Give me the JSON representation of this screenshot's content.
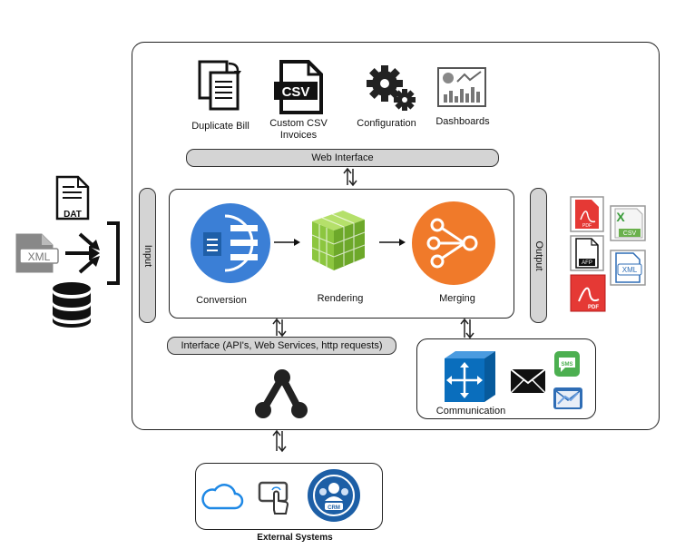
{
  "top_tools": [
    {
      "label": "Duplicate Bill",
      "icon": "duplicate-bill-icon"
    },
    {
      "label": "Custom CSV\nInvoices",
      "icon": "csv-file-icon"
    },
    {
      "label": "Configuration",
      "icon": "gears-icon"
    },
    {
      "label": "Dashboards",
      "icon": "dashboard-icon"
    }
  ],
  "web_interface": "Web Interface",
  "input_label": "Input",
  "output_label": "Output",
  "process_steps": [
    {
      "label": "Conversion",
      "icon": "conversion-icon",
      "color": "#3b7fd6"
    },
    {
      "label": "Rendering",
      "icon": "rendering-cube-icon",
      "color": "#8cc63f"
    },
    {
      "label": "Merging",
      "icon": "merging-icon",
      "color": "#f07a2a"
    }
  ],
  "input_sources": [
    {
      "label": "DAT",
      "icon": "dat-file-icon"
    },
    {
      "label": "XML",
      "icon": "xml-file-icon"
    },
    {
      "label": "",
      "icon": "database-icon"
    }
  ],
  "output_formats": [
    {
      "label": "PDF",
      "icon": "pdf-file-icon"
    },
    {
      "label": "CSV",
      "icon": "csv-excel-icon"
    },
    {
      "label": "AFP",
      "icon": "afp-file-icon"
    },
    {
      "label": "XML",
      "icon": "xml-output-icon"
    },
    {
      "label": "PDF",
      "icon": "pdf-adobe-icon"
    }
  ],
  "interface_label": "Interface (API's, Web Services, http requests)",
  "communication_label": "Communication",
  "communication_icons": [
    {
      "label": "",
      "icon": "network-hub-icon"
    },
    {
      "label": "",
      "icon": "envelope-icon"
    },
    {
      "label": "SMS",
      "icon": "sms-icon"
    },
    {
      "label": "",
      "icon": "email-icon"
    }
  ],
  "external_systems_label": "External Systems",
  "external_icons": [
    {
      "label": "",
      "icon": "cloud-icon"
    },
    {
      "label": "",
      "icon": "touch-screen-icon"
    },
    {
      "label": "CRM",
      "icon": "crm-icon"
    }
  ],
  "colors": {
    "pill_fill": "#d4d4d4",
    "conversion": "#3b7fd6",
    "rendering": "#8cc63f",
    "merging": "#f07a2a",
    "comm_blue": "#0a6ebd",
    "sms_green": "#4caf50",
    "pdf_red": "#e53935"
  }
}
